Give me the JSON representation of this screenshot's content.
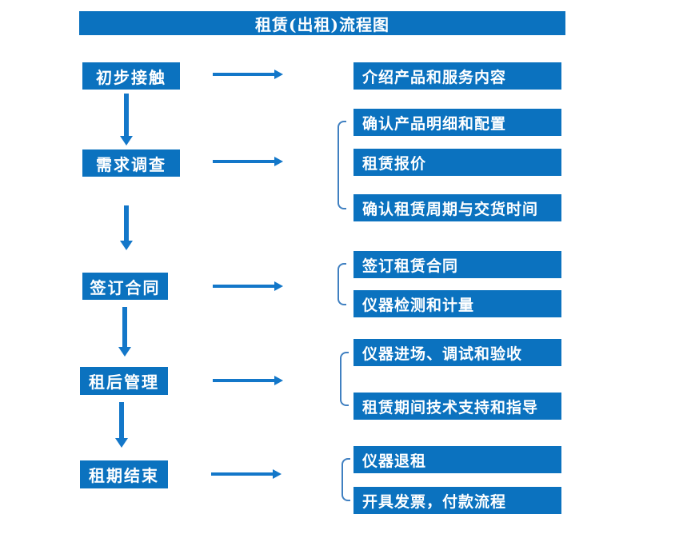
{
  "title": "租赁(出租)流程图",
  "colors": {
    "box_blue": "#0B72BF",
    "arrow_blue": "#1377C9",
    "bracket_blue": "#4080C1",
    "text_white": "#FFFFFF"
  },
  "steps": [
    {
      "label": "初步接触"
    },
    {
      "label": "需求调查"
    },
    {
      "label": "签订合同"
    },
    {
      "label": "租后管理"
    },
    {
      "label": "租期结束"
    }
  ],
  "details": [
    {
      "label": "介绍产品和服务内容"
    },
    {
      "label": "确认产品明细和配置"
    },
    {
      "label": "租赁报价"
    },
    {
      "label": "确认租赁周期与交货时间"
    },
    {
      "label": "签订租赁合同"
    },
    {
      "label": "仪器检测和计量"
    },
    {
      "label": "仪器进场、调试和验收"
    },
    {
      "label": "租赁期间技术支持和指导"
    },
    {
      "label": "仪器退租"
    },
    {
      "label": "开具发票，付款流程"
    }
  ]
}
